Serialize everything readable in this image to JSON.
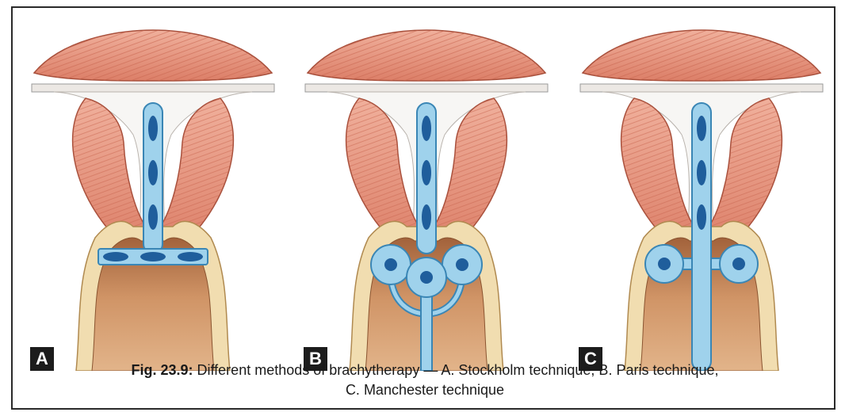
{
  "panels": [
    {
      "label": "A"
    },
    {
      "label": "B"
    },
    {
      "label": "C"
    }
  ],
  "caption": {
    "figure_ref": "Fig. 23.9:",
    "line1": " Different methods of brachytherapy — A. Stockholm technique, B. Paris technique,",
    "line2": "C. Manchester technique"
  },
  "colors": {
    "muscle": "#e79a85",
    "muscle_stroke": "#a8503c",
    "cavity": "#f6f4f2",
    "vagina_wall": "#f1ddb0",
    "vagina_inner": "#c98a5c",
    "applicator_fill": "#9fd2ec",
    "applicator_stroke": "#3a86b5",
    "source": "#1f5e9c"
  }
}
